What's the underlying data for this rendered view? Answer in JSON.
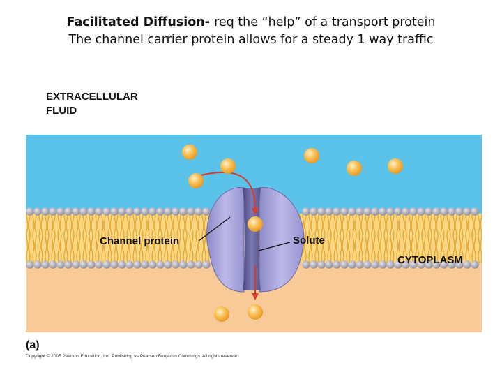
{
  "title": {
    "line1_underlined": "Facilitated Diffusion- ",
    "line1_rest": "req the “help” of a transport protein",
    "line2": "The channel carrier protein allows for a steady 1 way traffic"
  },
  "labels": {
    "extracellular_line1": "EXTRACELLULAR",
    "extracellular_line2": "FLUID",
    "channel_protein": "Channel protein",
    "solute": "Solute",
    "cytoplasm": "CYTOPLASM",
    "panel": "(a)",
    "copyright": "Copyright © 2005 Pearson Education, Inc. Publishing as Pearson Benjamin Cummings. All rights reserved."
  },
  "colors": {
    "extracellular": "#5bc3ea",
    "cytoplasm": "#f7ca97",
    "lipid_head": "#9d9ba8",
    "lipid_tail": "#f5c55a",
    "protein": "#a9a6db",
    "solute": "#f7a928",
    "arrow": "#d83a2c"
  }
}
